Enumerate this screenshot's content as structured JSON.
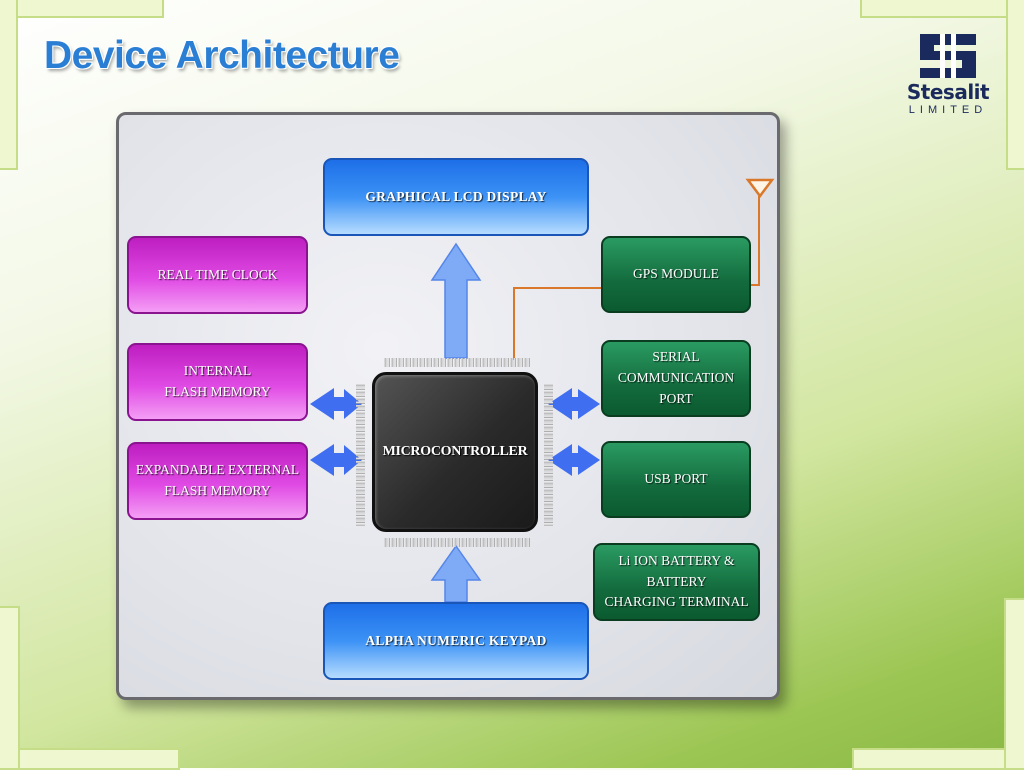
{
  "slide": {
    "title": "Device Architecture"
  },
  "logo": {
    "name": "Stesalit",
    "subtitle": "LIMITED"
  },
  "diagram": {
    "processor": "MICROCONTROLLER",
    "blocks": {
      "lcd": "GRAPHICAL LCD DISPLAY",
      "keypad": "ALPHA NUMERIC KEYPAD",
      "rtc": "REAL TIME CLOCK",
      "internal_flash": [
        "INTERNAL",
        "FLASH MEMORY"
      ],
      "external_flash": [
        "EXPANDABLE EXTERNAL",
        "FLASH MEMORY"
      ],
      "gps": "GPS MODULE",
      "serial": [
        "SERIAL",
        "COMMUNICATION",
        "PORT"
      ],
      "usb": "USB PORT",
      "battery": [
        "Li ION BATTERY &",
        "BATTERY",
        "CHARGING TERMINAL"
      ]
    }
  },
  "colors": {
    "title": "#2a7fd4",
    "blue_block": "#3c92f5",
    "magenta_block": "#e04ae4",
    "green_block": "#136b3d",
    "arrow": "#3f6ef0",
    "gps_wire": "#d9782a",
    "chip": "#2a2a2a"
  },
  "icons": [
    "antenna-icon",
    "stesalit-logo-mark"
  ]
}
